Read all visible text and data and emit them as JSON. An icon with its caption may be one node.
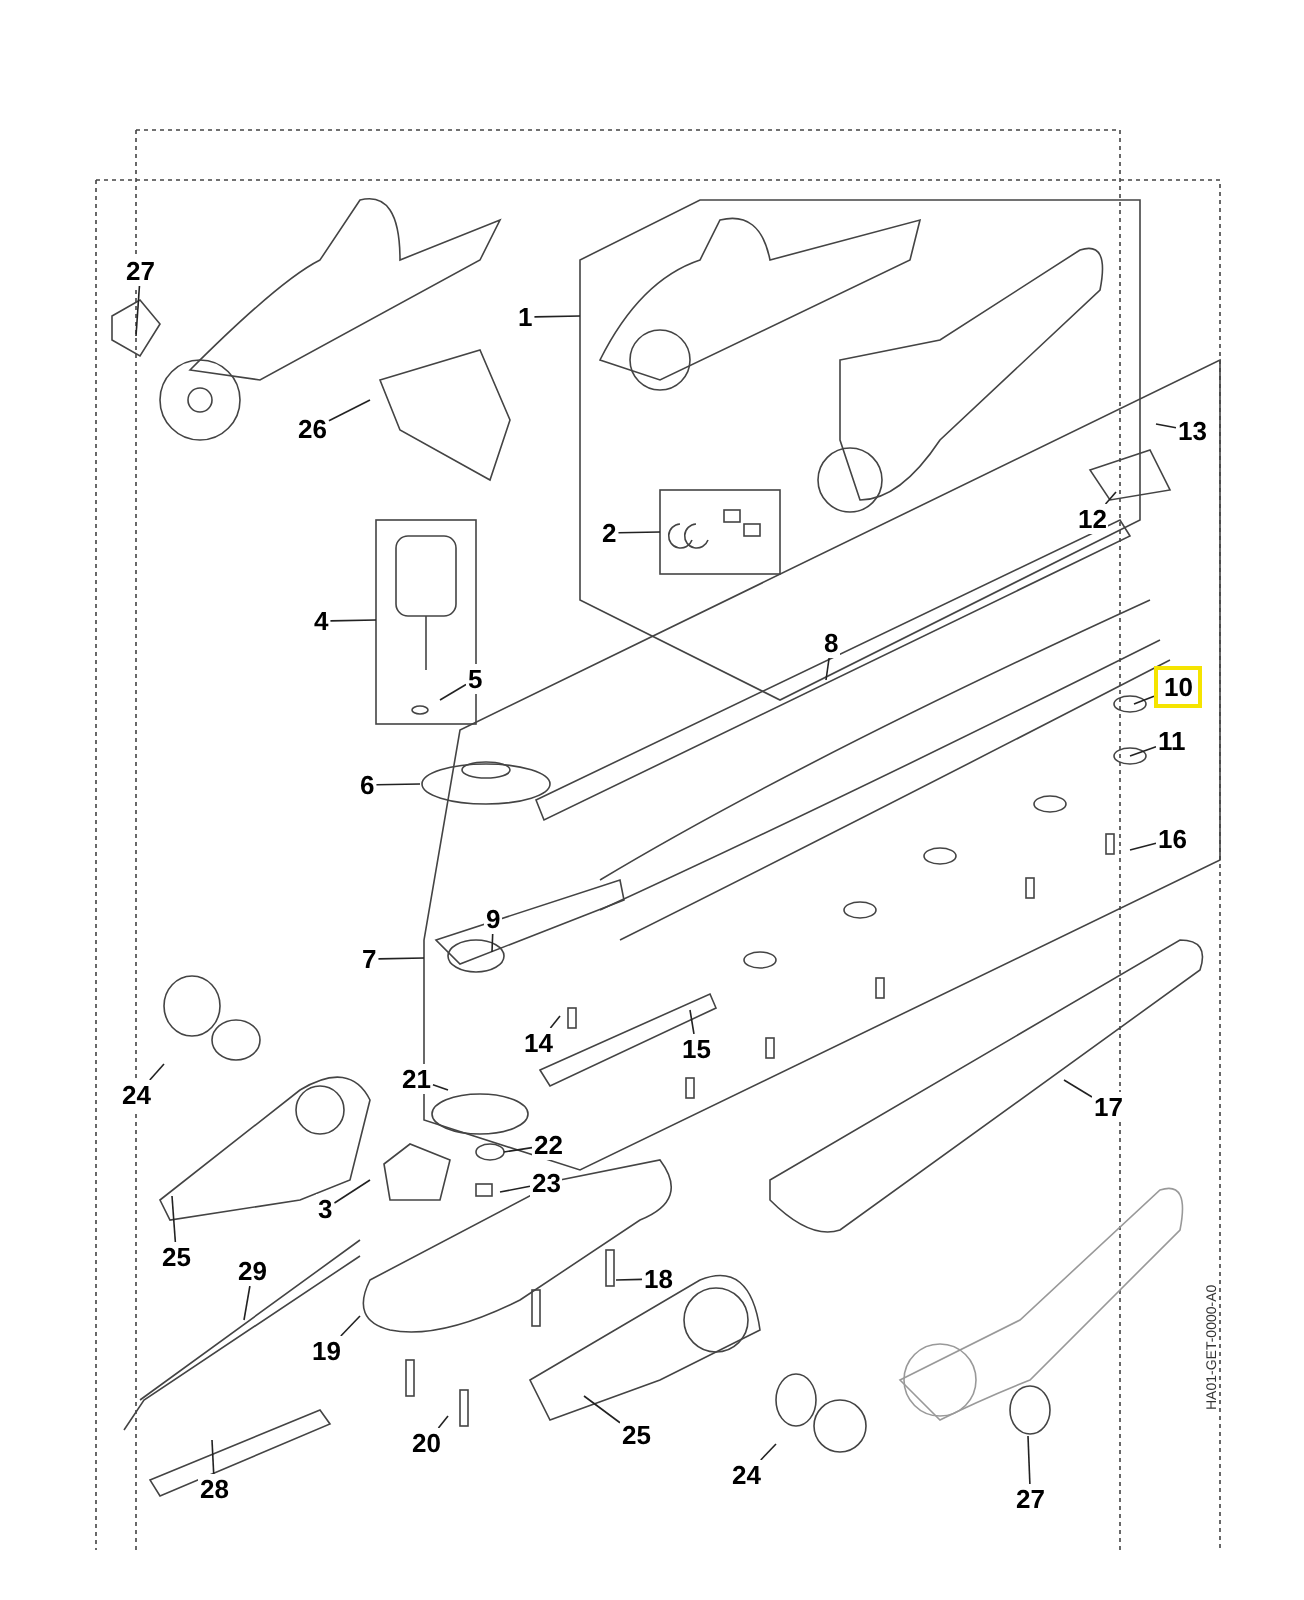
{
  "diagram": {
    "nodes": [
      {
        "text": [
          "27"
        ]
      },
      {
        "text": [
          "1"
        ]
      },
      {
        "text": [
          "26"
        ]
      },
      {
        "text": [
          "13"
        ]
      },
      {
        "text": [
          "12"
        ]
      },
      {
        "text": [
          "2"
        ]
      },
      {
        "text": [
          "4"
        ]
      },
      {
        "text": [
          "5"
        ]
      },
      {
        "text": [
          "8"
        ]
      },
      {
        "text": [
          "10"
        ]
      },
      {
        "text": [
          "6"
        ]
      },
      {
        "text": [
          "11"
        ]
      },
      {
        "text": [
          "16"
        ]
      },
      {
        "text": [
          "7"
        ]
      },
      {
        "text": [
          "9"
        ]
      },
      {
        "text": [
          "24"
        ]
      },
      {
        "text": [
          "14"
        ]
      },
      {
        "text": [
          "15"
        ]
      },
      {
        "text": [
          "21"
        ]
      },
      {
        "text": [
          "17"
        ]
      },
      {
        "text": [
          "22"
        ]
      },
      {
        "text": [
          "3"
        ]
      },
      {
        "text": [
          "23"
        ]
      },
      {
        "text": [
          "25"
        ]
      },
      {
        "text": [
          "29"
        ]
      },
      {
        "text": [
          "18"
        ]
      },
      {
        "text": [
          "19"
        ]
      },
      {
        "text": [
          "20"
        ]
      },
      {
        "text": [
          "25"
        ]
      },
      {
        "text": [
          "24"
        ]
      },
      {
        "text": [
          "28"
        ]
      },
      {
        "text": [
          "27"
        ]
      }
    ],
    "edges": [
      {
        "from": 0,
        "to": null,
        "arrow": "none"
      },
      {
        "from": 1,
        "to": null,
        "arrow": "none"
      },
      {
        "from": 2,
        "to": null,
        "arrow": "none"
      },
      {
        "from": 3,
        "to": null,
        "arrow": "none"
      },
      {
        "from": 4,
        "to": null,
        "arrow": "none"
      },
      {
        "from": 5,
        "to": null,
        "arrow": "none"
      },
      {
        "from": 6,
        "to": null,
        "arrow": "none"
      },
      {
        "from": 7,
        "to": null,
        "arrow": "none"
      },
      {
        "from": 8,
        "to": null,
        "arrow": "none"
      },
      {
        "from": 9,
        "to": null,
        "arrow": "none"
      },
      {
        "from": 10,
        "to": null,
        "arrow": "none"
      },
      {
        "from": 11,
        "to": null,
        "arrow": "none"
      },
      {
        "from": 12,
        "to": null,
        "arrow": "none"
      },
      {
        "from": 13,
        "to": null,
        "arrow": "none"
      },
      {
        "from": 14,
        "to": null,
        "arrow": "none"
      },
      {
        "from": 15,
        "to": null,
        "arrow": "none"
      },
      {
        "from": 16,
        "to": null,
        "arrow": "none"
      },
      {
        "from": 17,
        "to": null,
        "arrow": "none"
      },
      {
        "from": 18,
        "to": null,
        "arrow": "none"
      },
      {
        "from": 19,
        "to": null,
        "arrow": "none"
      },
      {
        "from": 20,
        "to": null,
        "arrow": "none"
      },
      {
        "from": 21,
        "to": null,
        "arrow": "none"
      },
      {
        "from": 22,
        "to": null,
        "arrow": "none"
      },
      {
        "from": 23,
        "to": null,
        "arrow": "none"
      },
      {
        "from": 24,
        "to": null,
        "arrow": "none"
      },
      {
        "from": 25,
        "to": null,
        "arrow": "none"
      },
      {
        "from": 26,
        "to": null,
        "arrow": "none"
      },
      {
        "from": 27,
        "to": null,
        "arrow": "none"
      },
      {
        "from": 28,
        "to": null,
        "arrow": "none"
      },
      {
        "from": 29,
        "to": null,
        "arrow": "none"
      },
      {
        "from": 30,
        "to": null,
        "arrow": "none"
      },
      {
        "from": 31,
        "to": null,
        "arrow": "none"
      }
    ],
    "labels": [
      "HA01-GET-0000-A0"
    ]
  }
}
